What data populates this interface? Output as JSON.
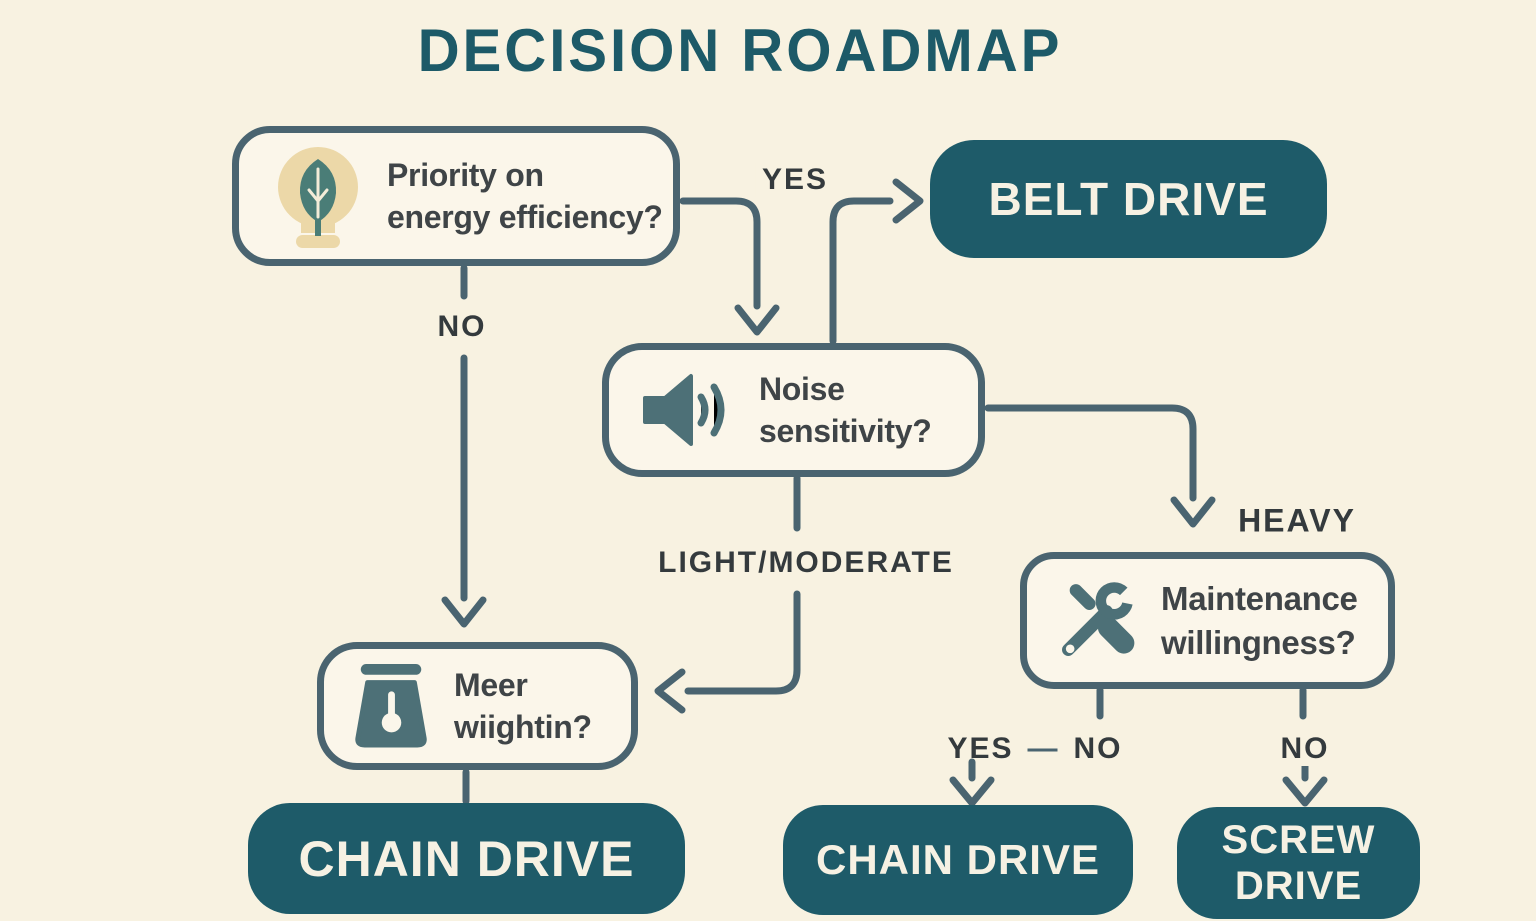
{
  "title": "DECISION ROADMAP",
  "questions": {
    "energy": {
      "line1": "Priority on",
      "line2": "energy efficiency?",
      "icon": "leaf-lightbulb-icon"
    },
    "noise": {
      "line1": "Noise",
      "line2": "sensitivity?",
      "icon": "speaker-icon"
    },
    "weight": {
      "line1": "Meer",
      "line2": "wiightin?",
      "icon": "scale-icon"
    },
    "maintenance": {
      "line1": "Maintenance",
      "line2": "willingness?",
      "icon": "tools-icon"
    }
  },
  "outcomes": {
    "belt": "BELT DRIVE",
    "chain_left": "CHAIN DRIVE",
    "chain_mid": "CHAIN DRIVE",
    "screw_line1": "SCREW",
    "screw_line2": "DRIVE"
  },
  "edge_labels": {
    "yes_top": "YES",
    "no_left": "NO",
    "light_moderate": "LIGHT/MODERATE",
    "heavy": "HEAVY",
    "maint_yes": "YES",
    "maint_dash": "—",
    "maint_no": "NO",
    "screw_no": "NO"
  },
  "colors": {
    "background": "#f8f2e1",
    "node_fill": "#fbf6ea",
    "outline_slate": "#4a6470",
    "dark_teal": "#1e5b69",
    "title_teal": "#1d5a68",
    "text_dark": "#3f4447",
    "icon_teal": "#4d7077",
    "bulb_beige": "#ecd8a8",
    "leaf_green": "#4a7d77",
    "light_text": "#f6f1e3"
  }
}
